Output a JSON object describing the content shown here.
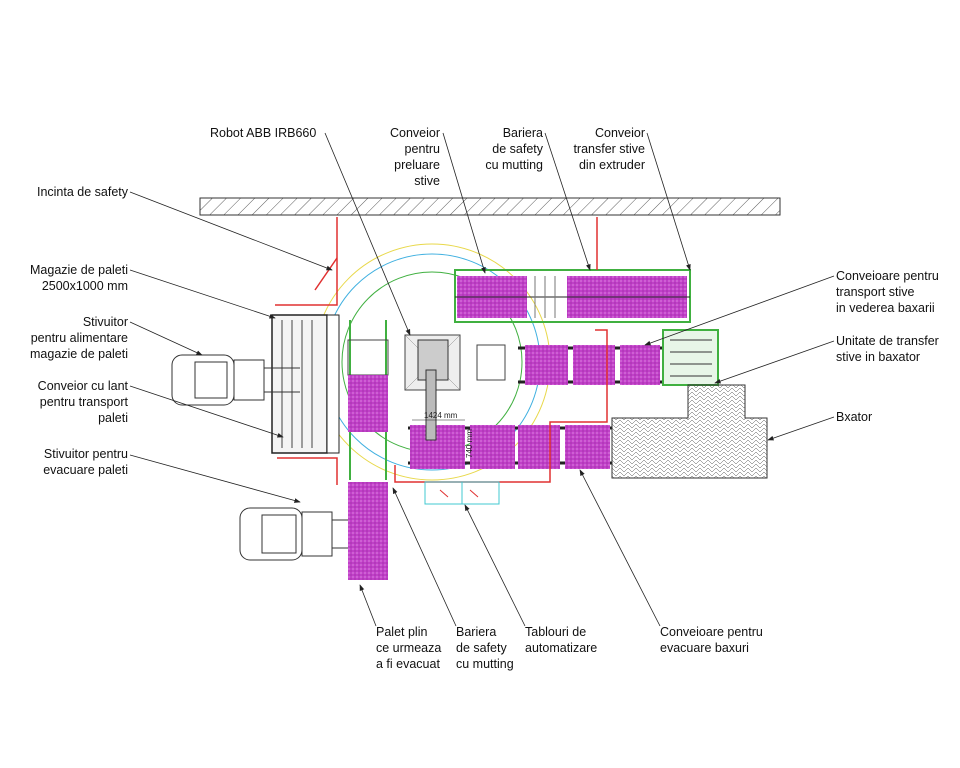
{
  "diagram": {
    "colors": {
      "stack": "#c040c8",
      "safety_fence": "#e03030",
      "conveyor_frame": "#40b040",
      "robot_reach_1": "#e8d84a",
      "robot_reach_2": "#40b0e0",
      "cabinets": "#40c8d0"
    },
    "dimensions": {
      "length": "1424 mm",
      "width": "740 mm"
    },
    "labels": [
      {
        "id": "robot",
        "lines": [
          "Robot ABB IRB660"
        ],
        "align": "start"
      },
      {
        "id": "conveior-preluare",
        "lines": [
          "Conveior",
          "pentru",
          "preluare",
          "stive"
        ],
        "align": "end"
      },
      {
        "id": "bariera-top",
        "lines": [
          "Bariera",
          "de safety",
          "cu mutting"
        ],
        "align": "end"
      },
      {
        "id": "conveior-extruder",
        "lines": [
          "Conveior",
          "transfer stive",
          "din extruder"
        ],
        "align": "end"
      },
      {
        "id": "incinta",
        "lines": [
          "Incinta de safety"
        ],
        "align": "end"
      },
      {
        "id": "magazie",
        "lines": [
          "Magazie de paleti",
          "2500x1000 mm"
        ],
        "align": "end"
      },
      {
        "id": "stivuitor-alimentare",
        "lines": [
          "Stivuitor",
          "pentru alimentare",
          "magazie de paleti"
        ],
        "align": "end"
      },
      {
        "id": "conveior-lant",
        "lines": [
          "Conveior cu lant",
          "pentru transport",
          "paleti"
        ],
        "align": "end"
      },
      {
        "id": "stivuitor-evacuare",
        "lines": [
          "Stivuitor pentru",
          "evacuare paleti"
        ],
        "align": "end"
      },
      {
        "id": "conveioare-transport",
        "lines": [
          "Conveioare pentru",
          "transport stive",
          "in vederea baxarii"
        ],
        "align": "start"
      },
      {
        "id": "unitate-transfer",
        "lines": [
          "Unitate de transfer",
          "stive in baxator"
        ],
        "align": "start"
      },
      {
        "id": "baxator",
        "lines": [
          "Bxator"
        ],
        "align": "start"
      },
      {
        "id": "palet-plin",
        "lines": [
          "Palet plin",
          "ce urmeaza",
          "a fi evacuat"
        ],
        "align": "start"
      },
      {
        "id": "bariera-bottom",
        "lines": [
          "Bariera",
          "de safety",
          "cu mutting"
        ],
        "align": "start"
      },
      {
        "id": "tablouri",
        "lines": [
          "Tablouri de",
          "automatizare"
        ],
        "align": "start"
      },
      {
        "id": "conveioare-evacuare",
        "lines": [
          "Conveioare pentru",
          "evacuare baxuri"
        ],
        "align": "start"
      }
    ]
  }
}
